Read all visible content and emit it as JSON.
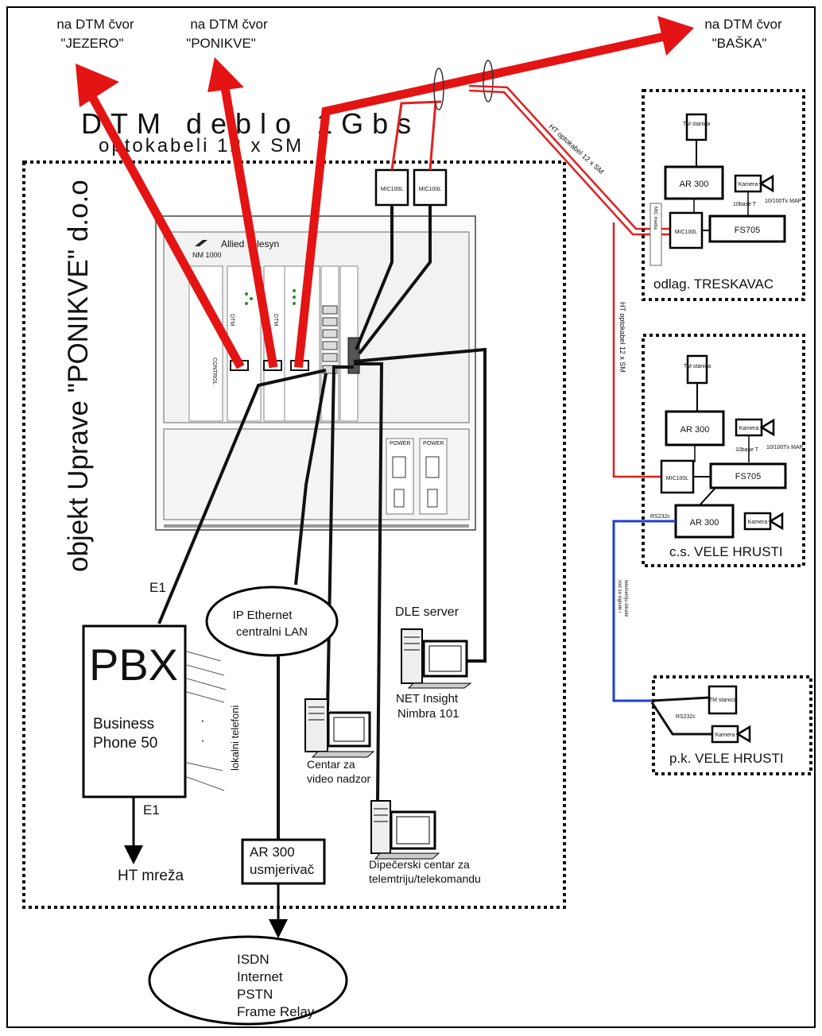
{
  "colors": {
    "trunk": "#e41414",
    "fiber": "#e02020",
    "serial": "#1e3fd6",
    "cable": "#111111",
    "frame": "#000000"
  },
  "destinations": {
    "jezero": {
      "line1": "na DTM čvor",
      "line2": "\"JEZERO\""
    },
    "ponikve": {
      "line1": "na DTM čvor",
      "line2": "\"PONIKVE\""
    },
    "baska": {
      "line1": "na DTM čvor",
      "line2": "\"BAŠKA\""
    }
  },
  "trunk": {
    "title": "DTM deblo 1Gbs",
    "subtitle": "optokabeli 12 x SM"
  },
  "building": {
    "label": "objekt Uprave \"PONIKVE\" d.o.o"
  },
  "rack": {
    "brand": "Allied Telesyn",
    "model": "NM 1000",
    "mic_left": "MIC100L",
    "mic_right": "MIC100L",
    "card_dtm1": "DTM",
    "card_dtm2": "DTM",
    "card_control": "CONTROL",
    "psu1": "POWER",
    "psu2": "POWER"
  },
  "pbx": {
    "title": "PBX",
    "line1": "Business",
    "line2": "Phone 50",
    "phones": "lokalni telefoni",
    "e1_top": "E1",
    "e1_bottom": "E1",
    "network": "HT mreža"
  },
  "lan": {
    "line1": "IP Ethernet",
    "line2": "centralni LAN"
  },
  "router": {
    "line1": "AR 300",
    "line2": "usmjerivač"
  },
  "wan": {
    "l1": "ISDN",
    "l2": "Internet",
    "l3": "PSTN",
    "l4": "Frame Relay"
  },
  "video_center": {
    "line1": "Centar za",
    "line2": "video nadzor"
  },
  "dispatch": {
    "line1": "Dipečerski centar za",
    "line2": "telemtriju/telekomandu"
  },
  "dle": {
    "title": "DLE server",
    "line1": "NET Insight",
    "line2": "Nimbra 101"
  },
  "treskavac": {
    "label": "odlag. TRESKAVAC",
    "tm": "TM stanica",
    "router": "AR 300",
    "camera": "Kamera",
    "mic": "MIC100L",
    "switch": "FS705",
    "base_t": "10base T",
    "speed": "10/100Tx MAP",
    "fiber_label": "HT optokabel 12 x SM",
    "media": "MIC media"
  },
  "hrusti_cs": {
    "label": "c.s. VELE HRUSTI",
    "tm": "TM stanica",
    "router1": "AR 300",
    "router2": "AR 300",
    "camera1": "Kamera",
    "camera2": "Kamera",
    "mic": "MIC100L",
    "switch": "FS705",
    "base_t": "10base T",
    "speed": "10/100Tx MAP",
    "rs": "RS232c",
    "fiber_label": "HT optokabel 12 x SM"
  },
  "hrusti_pk": {
    "label": "p.k. VELE HRUSTI",
    "tm": "TM stanica",
    "camera": "Kamera",
    "rs": "RS232c",
    "cable_label1": "vod za signale i",
    "cable_label2": "telemetriju lokalni"
  }
}
